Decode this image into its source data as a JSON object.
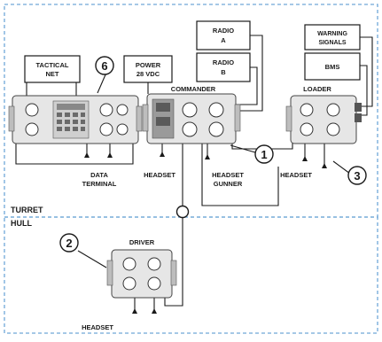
{
  "labels": {
    "tactical_net": [
      "TACTICAL",
      "NET"
    ],
    "power": [
      "POWER",
      "28 VDC"
    ],
    "radio_a": [
      "RADIO",
      "A"
    ],
    "radio_b": [
      "RADIO",
      "B"
    ],
    "warning_signals": [
      "WARNING",
      "SIGNALS"
    ],
    "bms": "BMS",
    "commander": "COMMANDER",
    "loader": "LOADER",
    "driver": "DRIVER",
    "data_terminal": [
      "DATA",
      "TERMINAL"
    ],
    "headset": "HEADSET",
    "headset_gunner": [
      "HEADSET",
      "GUNNER"
    ],
    "turret": "TURRET",
    "hull": "HULL"
  },
  "callouts": [
    "1",
    "2",
    "3",
    "6"
  ],
  "colors": {
    "region_border": "#6fa7d8",
    "line": "#1a1a1a",
    "unit_fill": "#e6e6e6",
    "unit_dark": "#9a9a9a"
  }
}
